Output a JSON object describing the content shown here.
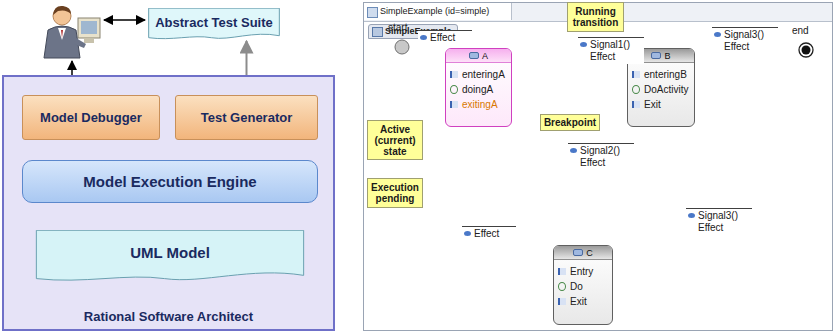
{
  "diagram": {
    "nodes": [
      {
        "text": [
          "Abstract Test Suite"
        ]
      },
      {
        "text": [
          "Rational Software Architect"
        ]
      },
      {
        "text": [
          "Model Debugger"
        ],
        "in": 1
      },
      {
        "text": [
          "Test Generator"
        ],
        "in": 1
      },
      {
        "text": [
          "Model Execution Engine"
        ],
        "in": 1
      },
      {
        "text": [
          "UML Model"
        ],
        "in": 1
      },
      {
        "text": [
          "SimpleExample (id=simple)",
          "SimpleExample"
        ]
      },
      {
        "text": [
          "start"
        ],
        "in": 6
      },
      {
        "text": [
          "A",
          "enteringA",
          "doingA",
          "exitingA"
        ],
        "in": 6
      },
      {
        "text": [
          "Running transition"
        ],
        "in": 6
      },
      {
        "text": [
          "B",
          "enteringB",
          "DoActivity",
          "Exit"
        ],
        "in": 6
      },
      {
        "text": [
          "end"
        ],
        "in": 6
      },
      {
        "text": [
          "Active (current) state"
        ],
        "in": 6
      },
      {
        "text": [
          "Breakpoint"
        ],
        "in": 6
      },
      {
        "text": [
          "Execution pending"
        ],
        "in": 6
      },
      {
        "text": [
          "C",
          "Entry",
          "Do",
          "Exit"
        ],
        "in": 6
      }
    ],
    "edges": [
      {
        "from": 2,
        "to": 4,
        "arrow": "both"
      },
      {
        "from": 3,
        "to": 4,
        "arrow": "both"
      },
      {
        "from": 3,
        "to": 0,
        "arrow": "to"
      },
      {
        "from": 5,
        "to": 4,
        "arrow": "to"
      },
      {
        "from": 7,
        "to": 8,
        "arrow": "to",
        "label": "Effect"
      },
      {
        "from": 8,
        "to": 10,
        "arrow": "to",
        "label": "Signal1() Effect"
      },
      {
        "from": 10,
        "to": 11,
        "arrow": "to",
        "label": "Signal3() Effect"
      },
      {
        "from": 10,
        "to": 15,
        "arrow": "to",
        "label": "Signal2() Effect"
      },
      {
        "from": 15,
        "to": 8,
        "arrow": "to",
        "label": "Effect"
      },
      {
        "from": 15,
        "to": 10,
        "arrow": "to",
        "label": "Signal3() Effect"
      }
    ]
  }
}
